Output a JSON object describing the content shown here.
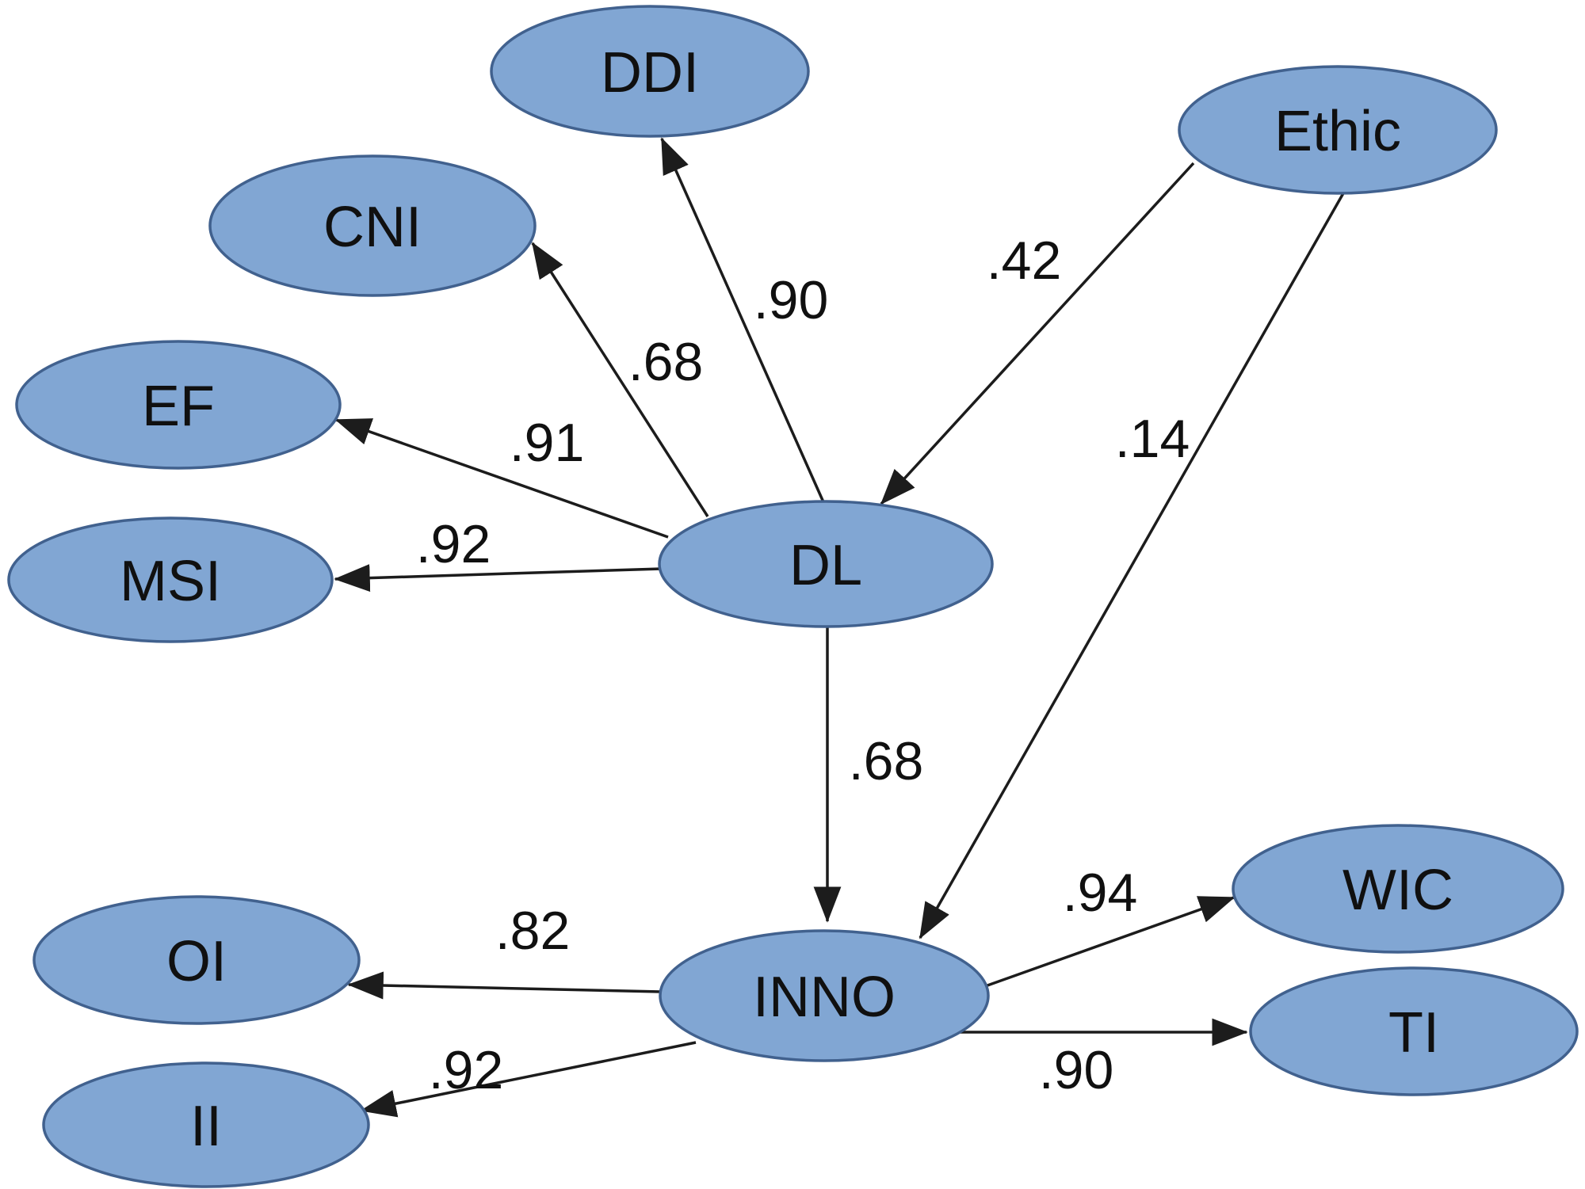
{
  "diagram": {
    "type": "sem-path-diagram",
    "background_color": "#ffffff",
    "node_fill_color": "#81a6d3",
    "node_border_color": "#41618e",
    "edge_color": "#1c1c1c",
    "label_color": "#101010",
    "nodes": {
      "ddi": {
        "label": "DDI"
      },
      "ethic": {
        "label": "Ethic"
      },
      "cni": {
        "label": "CNI"
      },
      "ef": {
        "label": "EF"
      },
      "msi": {
        "label": "MSI"
      },
      "dl": {
        "label": "DL"
      },
      "inno": {
        "label": "INNO"
      },
      "oi": {
        "label": "OI"
      },
      "ii": {
        "label": "II"
      },
      "wic": {
        "label": "WIC"
      },
      "ti": {
        "label": "TI"
      }
    },
    "edges": {
      "dl_ddi": {
        "from": "DL",
        "to": "DDI",
        "coefficient": ".90"
      },
      "dl_cni": {
        "from": "DL",
        "to": "CNI",
        "coefficient": ".68"
      },
      "dl_ef": {
        "from": "DL",
        "to": "EF",
        "coefficient": ".91"
      },
      "dl_msi": {
        "from": "DL",
        "to": "MSI",
        "coefficient": ".92"
      },
      "ethic_dl": {
        "from": "Ethic",
        "to": "DL",
        "coefficient": ".42"
      },
      "ethic_inno": {
        "from": "Ethic",
        "to": "INNO",
        "coefficient": ".14"
      },
      "dl_inno": {
        "from": "DL",
        "to": "INNO",
        "coefficient": ".68"
      },
      "inno_oi": {
        "from": "INNO",
        "to": "OI",
        "coefficient": ".82"
      },
      "inno_ii": {
        "from": "INNO",
        "to": "II",
        "coefficient": ".92"
      },
      "inno_wic": {
        "from": "INNO",
        "to": "WIC",
        "coefficient": ".94"
      },
      "inno_ti": {
        "from": "INNO",
        "to": "TI",
        "coefficient": ".90"
      }
    }
  }
}
